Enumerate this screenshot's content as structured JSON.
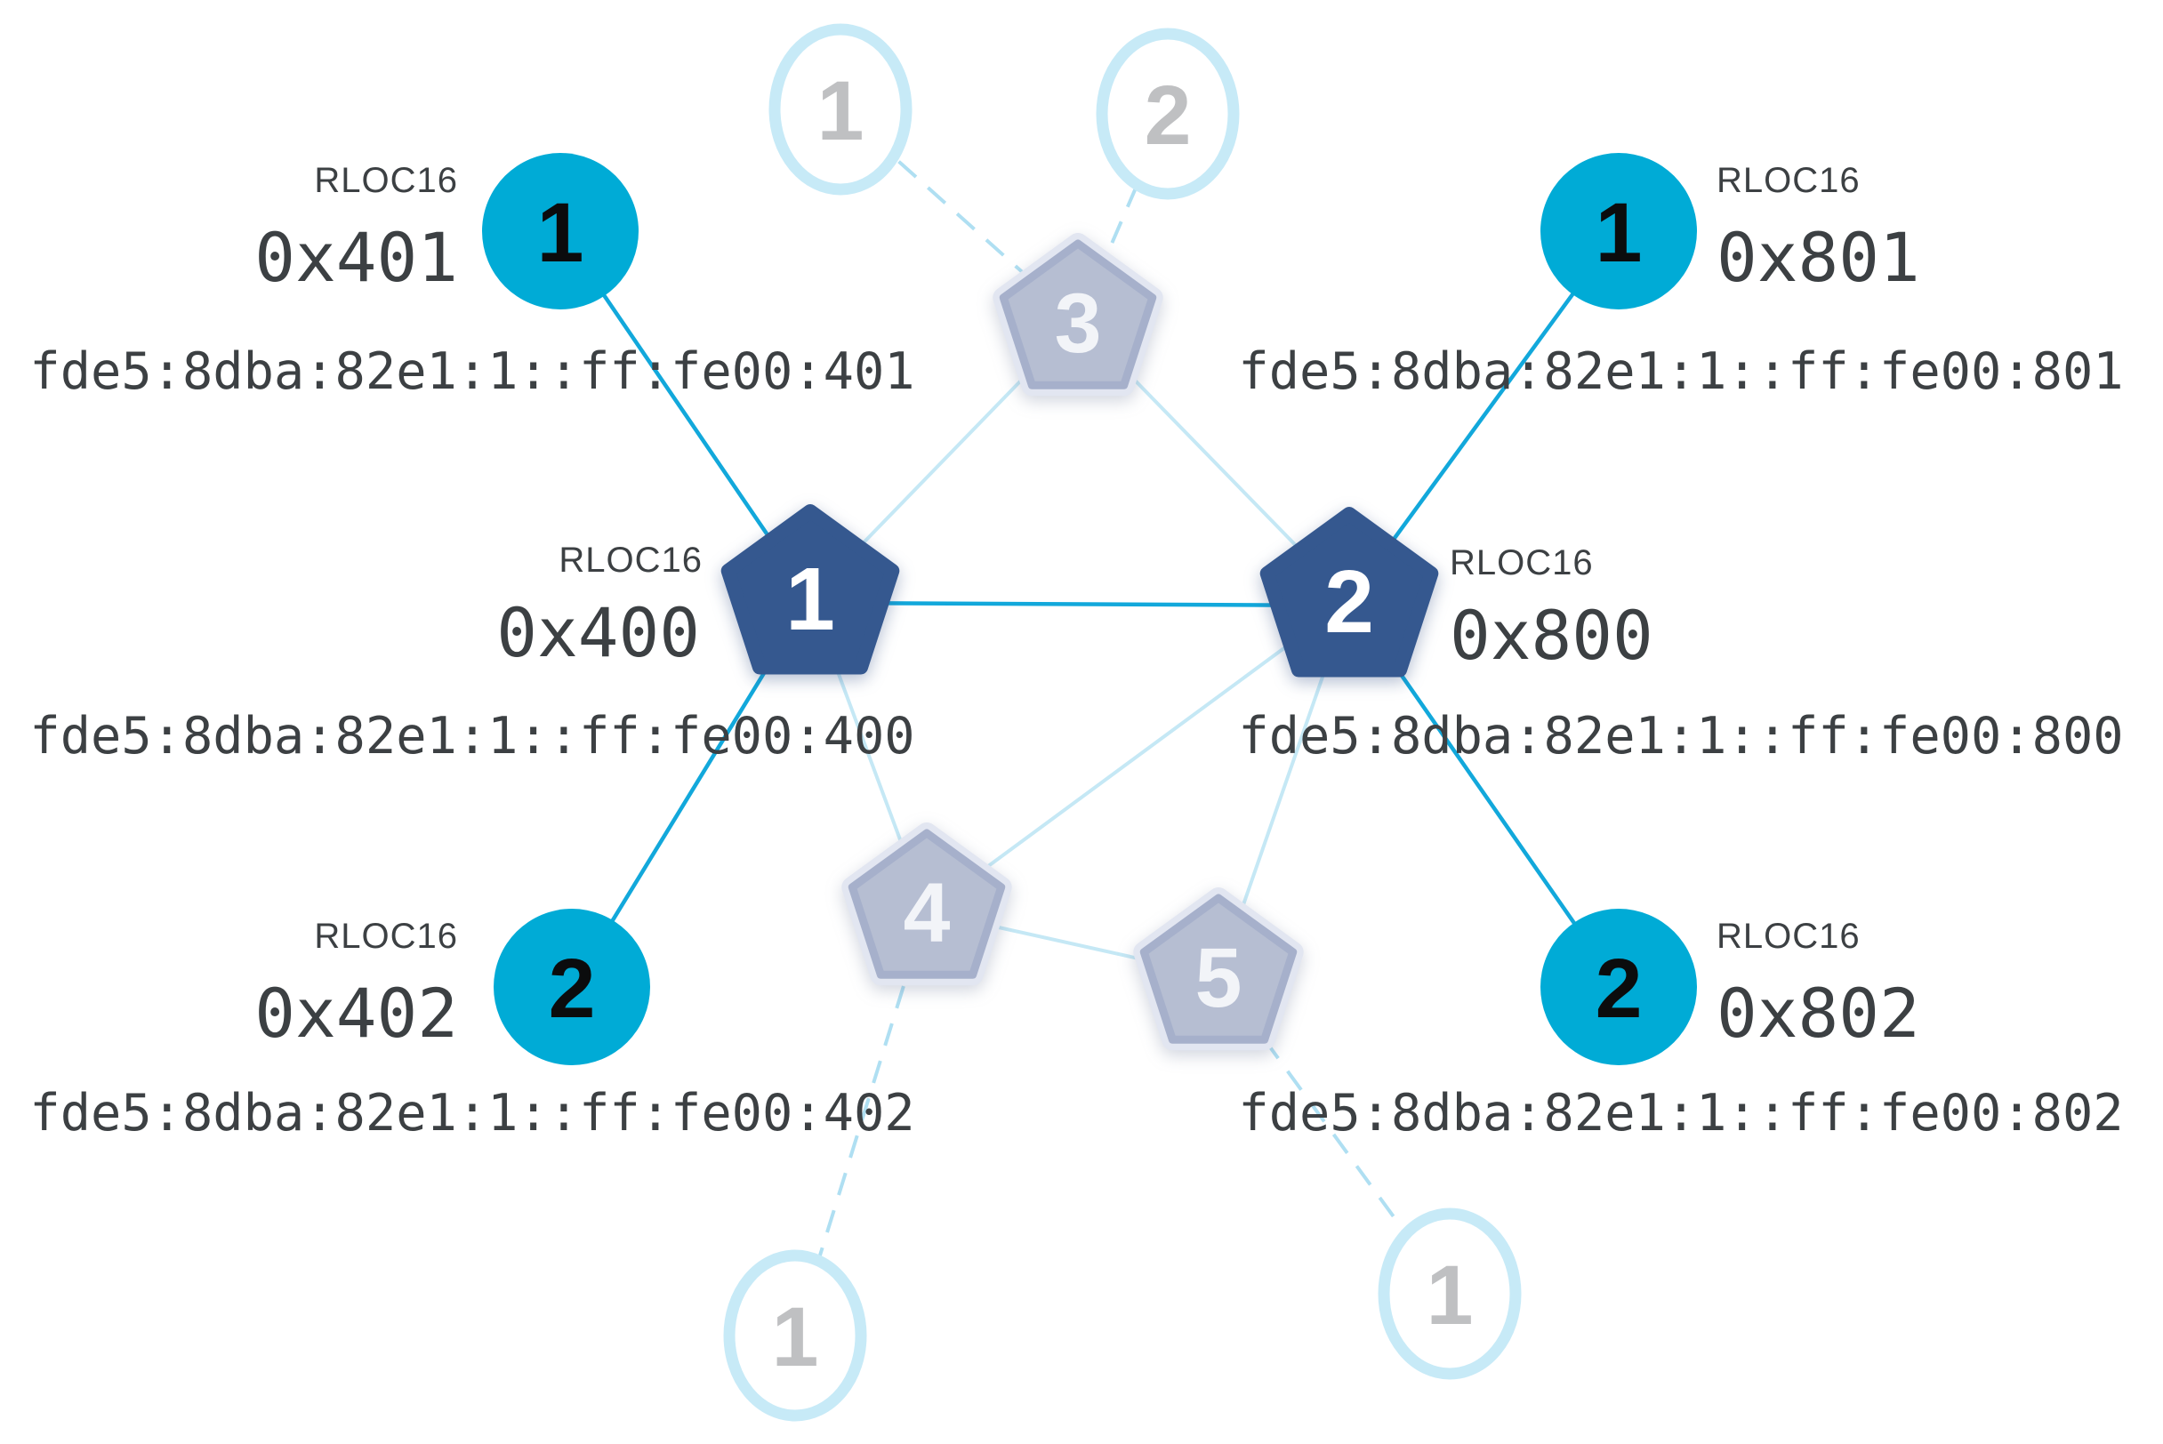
{
  "network": {
    "routers": [
      {
        "label": "1",
        "rloc16_title": "RLOC16",
        "rloc16": "0x400",
        "ipv6": "fde5:8dba:82e1:1::ff:fe00:400",
        "state": "active"
      },
      {
        "label": "2",
        "rloc16_title": "RLOC16",
        "rloc16": "0x800",
        "ipv6": "fde5:8dba:82e1:1::ff:fe00:800",
        "state": "active"
      },
      {
        "label": "3",
        "state": "inactive"
      },
      {
        "label": "4",
        "state": "inactive"
      },
      {
        "label": "5",
        "state": "inactive"
      }
    ],
    "children": [
      {
        "label": "1",
        "rloc16_title": "RLOC16",
        "rloc16": "0x401",
        "ipv6": "fde5:8dba:82e1:1::ff:fe00:401",
        "state": "active"
      },
      {
        "label": "2",
        "rloc16_title": "RLOC16",
        "rloc16": "0x402",
        "ipv6": "fde5:8dba:82e1:1::ff:fe00:402",
        "state": "active"
      },
      {
        "label": "1",
        "rloc16_title": "RLOC16",
        "rloc16": "0x801",
        "ipv6": "fde5:8dba:82e1:1::ff:fe00:801",
        "state": "active"
      },
      {
        "label": "2",
        "rloc16_title": "RLOC16",
        "rloc16": "0x802",
        "ipv6": "fde5:8dba:82e1:1::ff:fe00:802",
        "state": "active"
      },
      {
        "label": "1",
        "state": "inactive"
      },
      {
        "label": "2",
        "state": "inactive"
      },
      {
        "label": "1",
        "state": "inactive"
      },
      {
        "label": "1",
        "state": "inactive"
      }
    ],
    "colors": {
      "active_child_fill": "#00ABD6",
      "active_router_fill": "#35588F",
      "inactive_router_fill": "#B6BED2",
      "inactive_router_border": "#A6B0CB",
      "inactive_router_halo": "#E2E6F1",
      "inactive_child_ring": "#C7EAF7",
      "inactive_number": "#BFC0C2",
      "active_link": "#12A8DB",
      "mesh_link": "#C5E8F5",
      "dashed_link": "#AFDFF2",
      "text": "#3C4043"
    }
  }
}
